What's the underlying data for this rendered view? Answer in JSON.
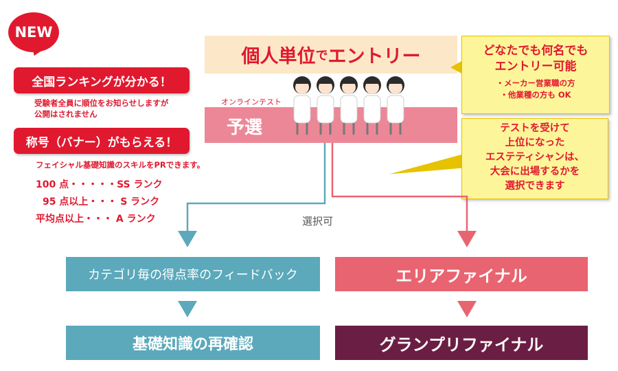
{
  "badge": {
    "new": "NEW"
  },
  "left": {
    "banner1": "全国ランキングが分かる！",
    "note1_line1": "受験者全員に順位をお知らせしますが",
    "note1_line2": "公開はされません",
    "banner2": "称号（バナー）がもらえる！",
    "note2": "フェイシャル基礎知識のスキルをPRできます。",
    "ranks": [
      "100 点・・・・・SS ランク",
      "95 点以上・・・ S ランク",
      "平均点以上・・・ A ランク"
    ]
  },
  "entry": {
    "title_a": "個人単位",
    "title_de": "で",
    "title_b": "エントリー"
  },
  "note_yellow1": {
    "line1": "どなたでも何名でも",
    "line2": "エントリー可能",
    "sub1": "・メーカー営業職の方",
    "sub2": "・他業種の方も OK"
  },
  "prelim": {
    "online_label": "オンラインテスト",
    "label": "予選"
  },
  "note_yellow2": {
    "line1": "テストを受けて",
    "line2": "上位になった",
    "line3": "エステティシャンは、",
    "line4": "大会に出場するかを",
    "line5": "選択できます"
  },
  "choice_label": "選択可",
  "flow_left": {
    "box1": "カテゴリ毎の得点率のフィードバック",
    "box2": "基礎知識の再確認"
  },
  "flow_right": {
    "box1": "エリアファイナル",
    "box2": "グランプリファイナル"
  },
  "colors": {
    "red": "#e0192f",
    "teal": "#5ba9bb",
    "pink": "#ec8797",
    "coral": "#e86470",
    "plum": "#6b1e43",
    "cream": "#fce8c8",
    "yellow": "#fdf59a"
  }
}
